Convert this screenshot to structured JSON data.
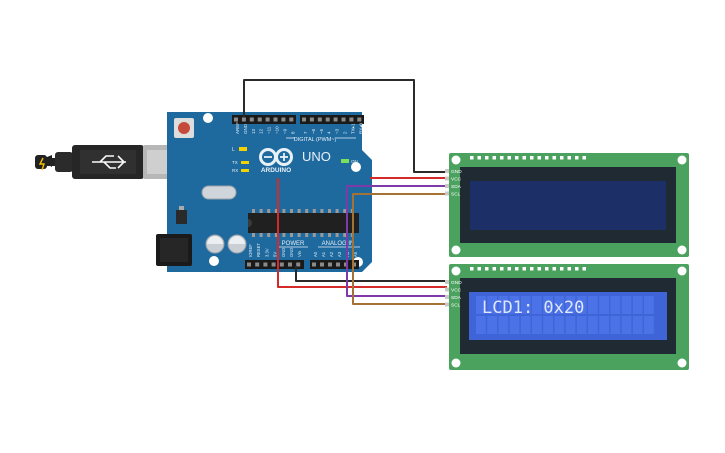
{
  "arduino": {
    "brand": "ARDUINO",
    "model": "UNO",
    "digital_header_label": "DIGITAL (PWM~)",
    "power_label": "POWER",
    "analog_label": "ANALOG IN",
    "led_labels": {
      "l": "L",
      "tx": "TX",
      "rx": "RX",
      "on": "ON"
    },
    "aref_labels": [
      "AREF",
      "GND",
      "13",
      "12",
      "~11",
      "~10",
      "~9",
      "8"
    ],
    "digital_labels": [
      "7",
      "~6",
      "~5",
      "4",
      "~3",
      "2",
      "TX▸1",
      "RX◂0"
    ],
    "power_pin_labels": [
      "IOREF",
      "RESET",
      "3.3V",
      "5V",
      "GND",
      "GND",
      "Vin"
    ],
    "analog_pin_labels": [
      "A0",
      "A1",
      "A2",
      "A3",
      "A4",
      "A5"
    ]
  },
  "lcd_top": {
    "pin_labels": [
      "GND",
      "VCC",
      "SDA",
      "SCL"
    ],
    "display_text": ""
  },
  "lcd_bottom": {
    "pin_labels": [
      "GND",
      "VCC",
      "SDA",
      "SCL"
    ],
    "display_text": "LCD1: 0x20"
  },
  "colors": {
    "board": "#1e6a9e",
    "board_dark": "#155580",
    "pcb_green": "#4ba25e",
    "lcd_frame": "#1f2a33",
    "lcd_off": "#1d2f67",
    "lcd_on": "#3f64d8",
    "lcd_text": "#dfe6ff",
    "wire_black": "#2a2a2a",
    "wire_red": "#d42a2a",
    "wire_purple": "#7d3aa8",
    "wire_brown": "#a57236"
  }
}
